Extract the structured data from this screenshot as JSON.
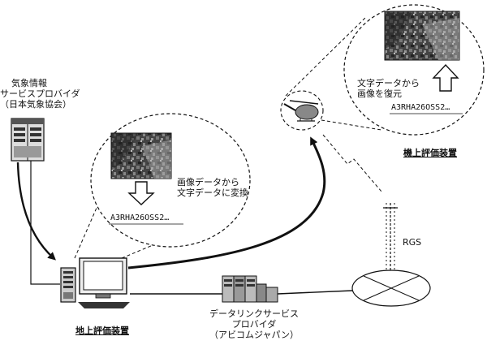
{
  "weather_provider": {
    "line1": "気象情報",
    "line2": "サービスプロバイダ",
    "line3": "（日本気象協会）"
  },
  "ground_station": {
    "caption": "地上評価装置",
    "bubble_text_line1": "画像データから",
    "bubble_text_line2": "文字データに変換",
    "bubble_code": "A3RHA26OSS2…"
  },
  "aircraft": {
    "caption": "機上評価装置",
    "bubble_text_line1": "文字データから",
    "bubble_text_line2": "画像を復元",
    "bubble_code": "A3RHA26OSS2…"
  },
  "datalink_provider": {
    "line1": "データリンクサービス",
    "line2": "プロバイダ",
    "line3": "（アビコムジャパン）"
  },
  "rgs": {
    "label": "RGS"
  },
  "colors": {
    "ink": "#111111",
    "image_dark": "#2a2a2a",
    "image_light": "#8a8a8a",
    "bg": "#ffffff"
  }
}
